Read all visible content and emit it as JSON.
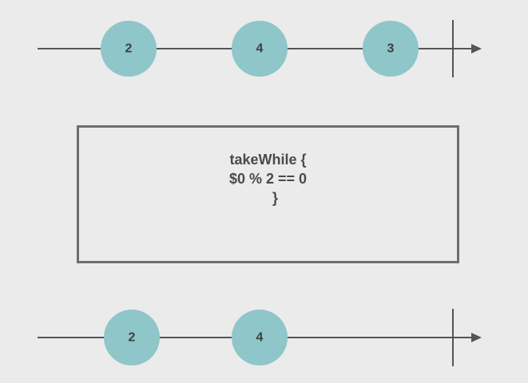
{
  "colors": {
    "background": "#ebebeb",
    "marble_fill": "#8ec6c9",
    "line": "#555555",
    "box_border": "#6e6e6e",
    "text": "#3f3f3f"
  },
  "input_stream": {
    "marbles": [
      {
        "label": "2"
      },
      {
        "label": "4"
      },
      {
        "label": "3"
      }
    ],
    "completed": true
  },
  "operator": {
    "lines": [
      "takeWhile {",
      "$0 % 2 == 0",
      "}"
    ]
  },
  "output_stream": {
    "marbles": [
      {
        "label": "2"
      },
      {
        "label": "4"
      }
    ],
    "completed": true
  }
}
